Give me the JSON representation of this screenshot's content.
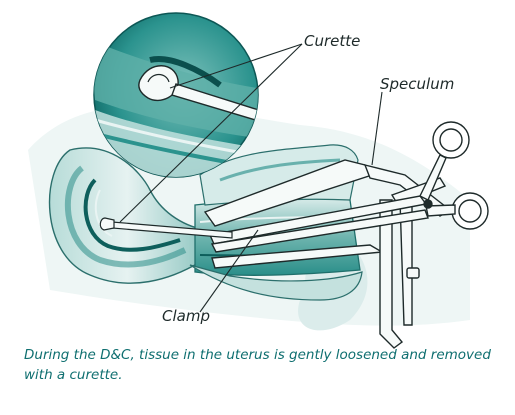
{
  "labels": {
    "curette": "Curette",
    "speculum": "Speculum",
    "clamp": "Clamp"
  },
  "caption": "During the D&C, tissue in the uterus is gently loosened and removed with a curette.",
  "colors": {
    "background": "#ffffff",
    "tissue_light": "#e3f0ef",
    "tissue_mid": "#8cc4bf",
    "tissue_dark": "#1f8a86",
    "tissue_shadow": "#0b5f5d",
    "instrument_fill": "#f6faf9",
    "line": "#1e2a2a",
    "caption": "#0f6f70"
  }
}
